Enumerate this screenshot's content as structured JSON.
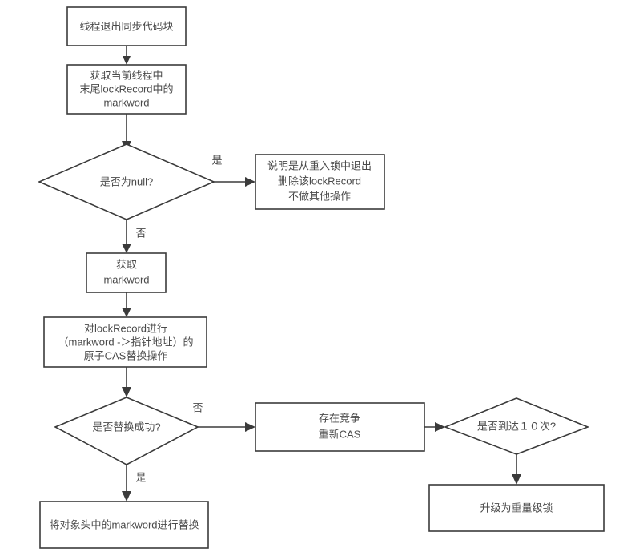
{
  "diagram": {
    "type": "flowchart",
    "orientation": "top-to-bottom",
    "background_color": "#ffffff",
    "stroke_color": "#3b3b3b",
    "text_color": "#4a4a4a",
    "nodes": [
      {
        "id": "start",
        "shape": "rectangle",
        "lines": [
          "线程退出同步代码块"
        ]
      },
      {
        "id": "get-last-lockrecord",
        "shape": "rectangle",
        "lines": [
          "获取当前线程中",
          "末尾lockRecord中的",
          "markword"
        ]
      },
      {
        "id": "is-null",
        "shape": "diamond",
        "lines": [
          "是否为null?"
        ]
      },
      {
        "id": "reentrant-exit",
        "shape": "rectangle",
        "lines": [
          "说明是从重入锁中退出",
          "删除该lockRecord",
          "不做其他操作"
        ]
      },
      {
        "id": "get-markword",
        "shape": "rectangle",
        "lines": [
          "获取",
          "markword"
        ]
      },
      {
        "id": "cas-swap",
        "shape": "rectangle",
        "lines": [
          "对lockRecord进行",
          "（markword -＞指针地址）的",
          "原子CAS替换操作"
        ]
      },
      {
        "id": "swap-success",
        "shape": "diamond",
        "lines": [
          "是否替换成功?"
        ]
      },
      {
        "id": "contention-retry",
        "shape": "rectangle",
        "lines": [
          "存在竞争",
          "重新CAS"
        ]
      },
      {
        "id": "reached-ten",
        "shape": "diamond",
        "lines": [
          "是否到达１０次?"
        ]
      },
      {
        "id": "upgrade-heavyweight",
        "shape": "rectangle",
        "lines": [
          "升级为重量级锁"
        ]
      },
      {
        "id": "replace-object-header",
        "shape": "rectangle",
        "lines": [
          "将对象头中的markword进行替换"
        ]
      }
    ],
    "edges": [
      {
        "id": "start-to-get-last",
        "from": "start",
        "to": "get-last-lockrecord",
        "label": ""
      },
      {
        "id": "get-last-to-is-null",
        "from": "get-last-lockrecord",
        "to": "is-null",
        "label": ""
      },
      {
        "id": "is-null-yes",
        "from": "is-null",
        "to": "reentrant-exit",
        "label": "是"
      },
      {
        "id": "is-null-no",
        "from": "is-null",
        "to": "get-markword",
        "label": "否"
      },
      {
        "id": "get-markword-to-cas",
        "from": "get-markword",
        "to": "cas-swap",
        "label": ""
      },
      {
        "id": "cas-to-swap-success",
        "from": "cas-swap",
        "to": "swap-success",
        "label": ""
      },
      {
        "id": "swap-success-no",
        "from": "swap-success",
        "to": "contention-retry",
        "label": "否"
      },
      {
        "id": "swap-success-yes",
        "from": "swap-success",
        "to": "replace-object-header",
        "label": "是"
      },
      {
        "id": "contention-to-reached-ten",
        "from": "contention-retry",
        "to": "reached-ten",
        "label": ""
      },
      {
        "id": "reached-ten-to-upgrade",
        "from": "reached-ten",
        "to": "upgrade-heavyweight",
        "label": ""
      }
    ]
  }
}
